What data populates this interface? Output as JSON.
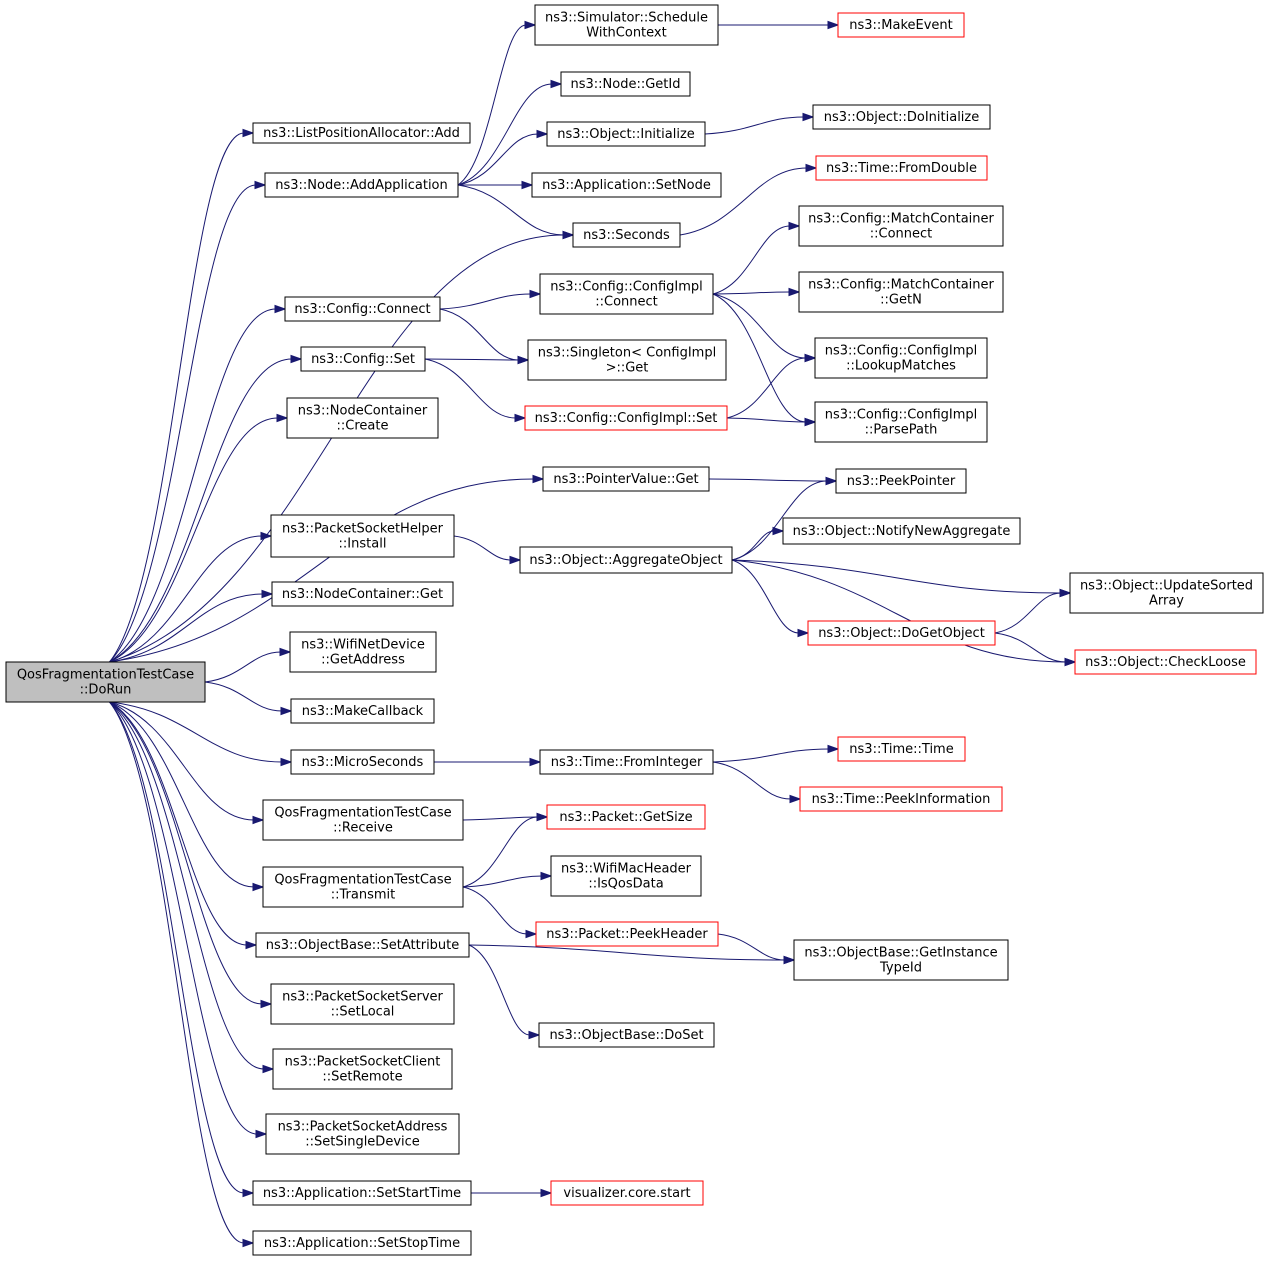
{
  "colors": {
    "edge": "#191970",
    "border_normal": "#000000",
    "border_incomplete": "#ff0000",
    "root_fill": "#bfbfbf",
    "node_fill": "#ffffff"
  },
  "nodes": [
    {
      "id": "root",
      "lines": [
        "QosFragmentationTestCase",
        "::DoRun"
      ],
      "kind": "root"
    },
    {
      "id": "lpa_add",
      "lines": [
        "ns3::ListPositionAllocator::Add"
      ],
      "kind": "normal"
    },
    {
      "id": "node_addapp",
      "lines": [
        "ns3::Node::AddApplication"
      ],
      "kind": "normal"
    },
    {
      "id": "sim_sched",
      "lines": [
        "ns3::Simulator::Schedule",
        "WithContext"
      ],
      "kind": "normal"
    },
    {
      "id": "makeevent",
      "lines": [
        "ns3::MakeEvent"
      ],
      "kind": "incomplete"
    },
    {
      "id": "node_getid",
      "lines": [
        "ns3::Node::GetId"
      ],
      "kind": "normal"
    },
    {
      "id": "obj_init",
      "lines": [
        "ns3::Object::Initialize"
      ],
      "kind": "normal"
    },
    {
      "id": "obj_doinit",
      "lines": [
        "ns3::Object::DoInitialize"
      ],
      "kind": "normal"
    },
    {
      "id": "app_setnode",
      "lines": [
        "ns3::Application::SetNode"
      ],
      "kind": "normal"
    },
    {
      "id": "time_fromdouble",
      "lines": [
        "ns3::Time::FromDouble"
      ],
      "kind": "incomplete"
    },
    {
      "id": "seconds",
      "lines": [
        "ns3::Seconds"
      ],
      "kind": "normal"
    },
    {
      "id": "mc_connect",
      "lines": [
        "ns3::Config::MatchContainer",
        "::Connect"
      ],
      "kind": "normal"
    },
    {
      "id": "cfg_connect",
      "lines": [
        "ns3::Config::Connect"
      ],
      "kind": "normal"
    },
    {
      "id": "cfgimpl_connect",
      "lines": [
        "ns3::Config::ConfigImpl",
        "::Connect"
      ],
      "kind": "normal"
    },
    {
      "id": "mc_getn",
      "lines": [
        "ns3::Config::MatchContainer",
        "::GetN"
      ],
      "kind": "normal"
    },
    {
      "id": "cfg_set",
      "lines": [
        "ns3::Config::Set"
      ],
      "kind": "normal"
    },
    {
      "id": "singleton_get",
      "lines": [
        "ns3::Singleton< ConfigImpl",
        ">::Get"
      ],
      "kind": "normal"
    },
    {
      "id": "cfgimpl_lookup",
      "lines": [
        "ns3::Config::ConfigImpl",
        "::LookupMatches"
      ],
      "kind": "normal"
    },
    {
      "id": "cfgimpl_set",
      "lines": [
        "ns3::Config::ConfigImpl::Set"
      ],
      "kind": "incomplete"
    },
    {
      "id": "cfgimpl_parse",
      "lines": [
        "ns3::Config::ConfigImpl",
        "::ParsePath"
      ],
      "kind": "normal"
    },
    {
      "id": "nc_create",
      "lines": [
        "ns3::NodeContainer",
        "::Create"
      ],
      "kind": "normal"
    },
    {
      "id": "pv_get",
      "lines": [
        "ns3::PointerValue::Get"
      ],
      "kind": "normal"
    },
    {
      "id": "peekpointer",
      "lines": [
        "ns3::PeekPointer"
      ],
      "kind": "normal"
    },
    {
      "id": "psh_install",
      "lines": [
        "ns3::PacketSocketHelper",
        "::Install"
      ],
      "kind": "normal"
    },
    {
      "id": "obj_aggregate",
      "lines": [
        "ns3::Object::AggregateObject"
      ],
      "kind": "normal"
    },
    {
      "id": "obj_notify",
      "lines": [
        "ns3::Object::NotifyNewAggregate"
      ],
      "kind": "normal"
    },
    {
      "id": "obj_update",
      "lines": [
        "ns3::Object::UpdateSorted",
        "Array"
      ],
      "kind": "normal"
    },
    {
      "id": "nc_get",
      "lines": [
        "ns3::NodeContainer::Get"
      ],
      "kind": "normal"
    },
    {
      "id": "obj_dogetobject",
      "lines": [
        "ns3::Object::DoGetObject"
      ],
      "kind": "incomplete"
    },
    {
      "id": "obj_checkloose",
      "lines": [
        "ns3::Object::CheckLoose"
      ],
      "kind": "incomplete"
    },
    {
      "id": "wnd_getaddr",
      "lines": [
        "ns3::WifiNetDevice",
        "::GetAddress"
      ],
      "kind": "normal"
    },
    {
      "id": "makecallback",
      "lines": [
        "ns3::MakeCallback"
      ],
      "kind": "normal"
    },
    {
      "id": "microseconds",
      "lines": [
        "ns3::MicroSeconds"
      ],
      "kind": "normal"
    },
    {
      "id": "time_fromint",
      "lines": [
        "ns3::Time::FromInteger"
      ],
      "kind": "normal"
    },
    {
      "id": "time_time",
      "lines": [
        "ns3::Time::Time"
      ],
      "kind": "incomplete"
    },
    {
      "id": "time_peekinfo",
      "lines": [
        "ns3::Time::PeekInformation"
      ],
      "kind": "incomplete"
    },
    {
      "id": "qos_receive",
      "lines": [
        "QosFragmentationTestCase",
        "::Receive"
      ],
      "kind": "normal"
    },
    {
      "id": "pkt_getsize",
      "lines": [
        "ns3::Packet::GetSize"
      ],
      "kind": "incomplete"
    },
    {
      "id": "wmh_isqos",
      "lines": [
        "ns3::WifiMacHeader",
        "::IsQosData"
      ],
      "kind": "normal"
    },
    {
      "id": "qos_transmit",
      "lines": [
        "QosFragmentationTestCase",
        "::Transmit"
      ],
      "kind": "normal"
    },
    {
      "id": "pkt_peekheader",
      "lines": [
        "ns3::Packet::PeekHeader"
      ],
      "kind": "incomplete"
    },
    {
      "id": "ob_setattr",
      "lines": [
        "ns3::ObjectBase::SetAttribute"
      ],
      "kind": "normal"
    },
    {
      "id": "ob_getinst",
      "lines": [
        "ns3::ObjectBase::GetInstance",
        "TypeId"
      ],
      "kind": "normal"
    },
    {
      "id": "pss_setlocal",
      "lines": [
        "ns3::PacketSocketServer",
        "::SetLocal"
      ],
      "kind": "normal"
    },
    {
      "id": "ob_doset",
      "lines": [
        "ns3::ObjectBase::DoSet"
      ],
      "kind": "normal"
    },
    {
      "id": "psc_setremote",
      "lines": [
        "ns3::PacketSocketClient",
        "::SetRemote"
      ],
      "kind": "normal"
    },
    {
      "id": "psa_setsingle",
      "lines": [
        "ns3::PacketSocketAddress",
        "::SetSingleDevice"
      ],
      "kind": "normal"
    },
    {
      "id": "app_setstart",
      "lines": [
        "ns3::Application::SetStartTime"
      ],
      "kind": "normal"
    },
    {
      "id": "viz_start",
      "lines": [
        "visualizer.core.start"
      ],
      "kind": "incomplete"
    },
    {
      "id": "app_setstop",
      "lines": [
        "ns3::Application::SetStopTime"
      ],
      "kind": "normal"
    }
  ],
  "edges": [
    [
      "root",
      "lpa_add"
    ],
    [
      "root",
      "node_addapp"
    ],
    [
      "root",
      "seconds"
    ],
    [
      "root",
      "cfg_connect"
    ],
    [
      "root",
      "cfg_set"
    ],
    [
      "root",
      "nc_create"
    ],
    [
      "root",
      "pv_get"
    ],
    [
      "root",
      "psh_install"
    ],
    [
      "root",
      "nc_get"
    ],
    [
      "root",
      "wnd_getaddr"
    ],
    [
      "root",
      "makecallback"
    ],
    [
      "root",
      "microseconds"
    ],
    [
      "root",
      "qos_receive"
    ],
    [
      "root",
      "qos_transmit"
    ],
    [
      "root",
      "ob_setattr"
    ],
    [
      "root",
      "pss_setlocal"
    ],
    [
      "root",
      "psc_setremote"
    ],
    [
      "root",
      "psa_setsingle"
    ],
    [
      "root",
      "app_setstart"
    ],
    [
      "root",
      "app_setstop"
    ],
    [
      "node_addapp",
      "sim_sched"
    ],
    [
      "node_addapp",
      "node_getid"
    ],
    [
      "node_addapp",
      "obj_init"
    ],
    [
      "node_addapp",
      "app_setnode"
    ],
    [
      "node_addapp",
      "seconds"
    ],
    [
      "sim_sched",
      "makeevent"
    ],
    [
      "obj_init",
      "obj_doinit"
    ],
    [
      "seconds",
      "time_fromdouble"
    ],
    [
      "cfg_connect",
      "cfgimpl_connect"
    ],
    [
      "cfg_connect",
      "singleton_get"
    ],
    [
      "cfgimpl_connect",
      "mc_connect"
    ],
    [
      "cfgimpl_connect",
      "mc_getn"
    ],
    [
      "cfgimpl_connect",
      "cfgimpl_lookup"
    ],
    [
      "cfgimpl_connect",
      "cfgimpl_parse"
    ],
    [
      "cfg_set",
      "singleton_get"
    ],
    [
      "cfg_set",
      "cfgimpl_set"
    ],
    [
      "cfgimpl_set",
      "cfgimpl_lookup"
    ],
    [
      "cfgimpl_set",
      "cfgimpl_parse"
    ],
    [
      "pv_get",
      "peekpointer"
    ],
    [
      "psh_install",
      "obj_aggregate"
    ],
    [
      "obj_aggregate",
      "peekpointer"
    ],
    [
      "obj_aggregate",
      "obj_notify"
    ],
    [
      "obj_aggregate",
      "obj_update"
    ],
    [
      "obj_aggregate",
      "obj_dogetobject"
    ],
    [
      "obj_aggregate",
      "obj_checkloose"
    ],
    [
      "obj_dogetobject",
      "obj_update"
    ],
    [
      "obj_dogetobject",
      "obj_checkloose"
    ],
    [
      "microseconds",
      "time_fromint"
    ],
    [
      "time_fromint",
      "time_time"
    ],
    [
      "time_fromint",
      "time_peekinfo"
    ],
    [
      "qos_receive",
      "pkt_getsize"
    ],
    [
      "qos_transmit",
      "pkt_getsize"
    ],
    [
      "qos_transmit",
      "wmh_isqos"
    ],
    [
      "qos_transmit",
      "pkt_peekheader"
    ],
    [
      "pkt_peekheader",
      "ob_getinst"
    ],
    [
      "ob_setattr",
      "ob_getinst"
    ],
    [
      "ob_setattr",
      "ob_doset"
    ],
    [
      "app_setstart",
      "viz_start"
    ]
  ]
}
